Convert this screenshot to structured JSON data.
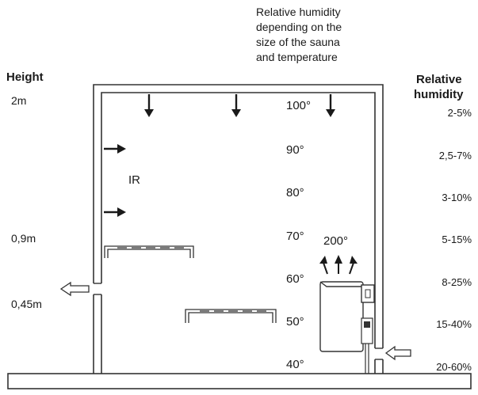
{
  "note": "Relative humidity\ndepending on the\nsize of the sauna\nand temperature",
  "height": {
    "header": "Height",
    "levels": [
      "2m",
      "0,9m",
      "0,45m"
    ]
  },
  "humidity": {
    "header_line1": "Relative",
    "header_line2": "humidity",
    "ranges": [
      "2-5%",
      "2,5-7%",
      "3-10%",
      "5-15%",
      "8-25%",
      "15-40%",
      "20-60%"
    ]
  },
  "temperatures": [
    "100°",
    "90°",
    "80°",
    "70°",
    "60°",
    "50°",
    "40°"
  ],
  "ir_label": "IR",
  "stove_temp": "200°"
}
